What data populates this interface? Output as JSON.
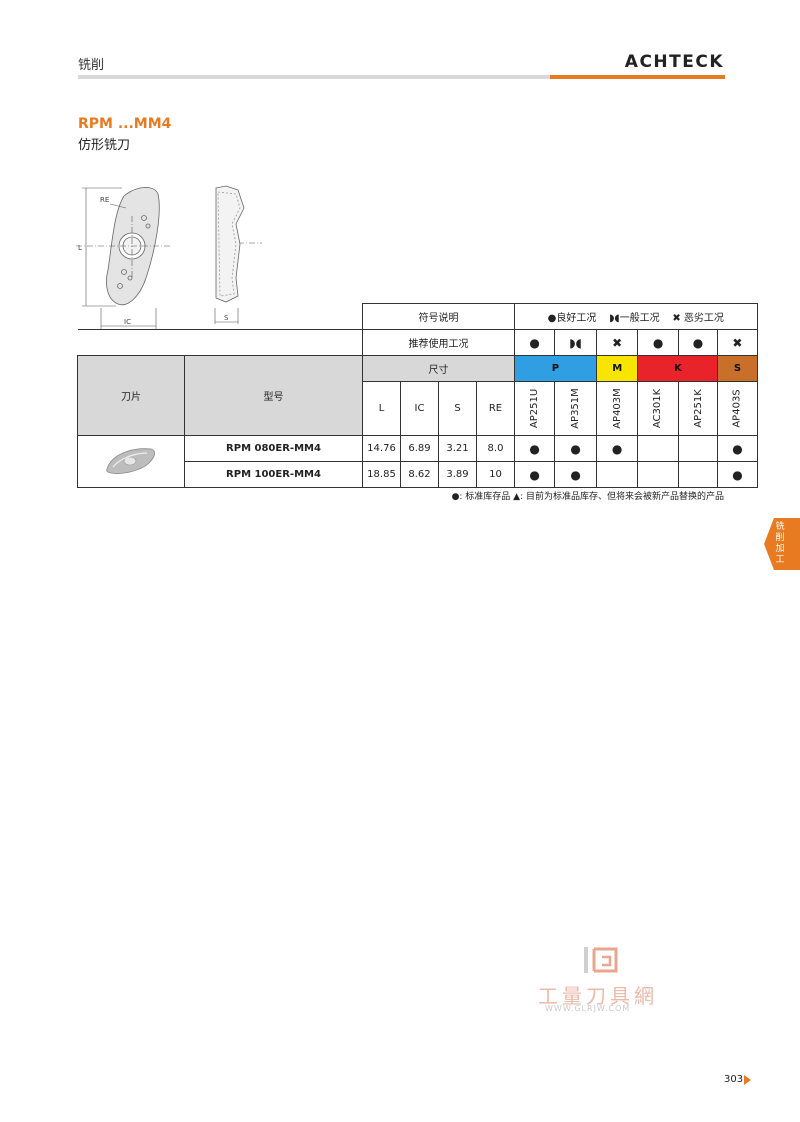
{
  "header": {
    "category": "铣削",
    "brand": "ACHTECK"
  },
  "product": {
    "title": "RPM ...MM4",
    "subtitle": "仿形铣刀"
  },
  "drawing_labels": {
    "re": "RE",
    "l": "L",
    "ic": "IC",
    "s": "S"
  },
  "table": {
    "legend_label": "符号说明",
    "legend_good": "●良好工况",
    "legend_general": "◗◖一般工况",
    "legend_bad": "✖ 恶劣工况",
    "recommend_label": "推荐使用工况",
    "recommend_symbols": [
      "●",
      "◗◖",
      "✖",
      "●",
      "●",
      "✖"
    ],
    "col_insert": "刀片",
    "col_model": "型号",
    "col_dimensions": "尺寸",
    "dim_headers": [
      "L",
      "IC",
      "S",
      "RE"
    ],
    "groups": [
      "P",
      "M",
      "K",
      "S"
    ],
    "grades": [
      "AP251U",
      "AP351M",
      "AP403M",
      "AC301K",
      "AP251K",
      "AP403S"
    ],
    "rows": [
      {
        "model": "RPM 080ER-MM4",
        "dims": [
          "14.76",
          "6.89",
          "3.21",
          "8.0"
        ],
        "marks": [
          "●",
          "●",
          "●",
          "",
          "",
          "●"
        ]
      },
      {
        "model": "RPM 100ER-MM4",
        "dims": [
          "18.85",
          "8.62",
          "3.89",
          "10"
        ],
        "marks": [
          "●",
          "●",
          "",
          "",
          "",
          "●"
        ]
      }
    ],
    "note": "●:  标准库存品     ▲:  目前为标准品库存、但将来会被新产品替换的产品"
  },
  "side_tab": "铣削加工",
  "watermark": {
    "text": "工量刀具網",
    "url": "WWW.GLRJW.COM"
  },
  "page_number": "303",
  "colors": {
    "accent": "#e87b22",
    "group_p": "#2f9ee3",
    "group_m": "#f7e500",
    "group_k": "#e8242a",
    "group_s": "#c8702a"
  }
}
